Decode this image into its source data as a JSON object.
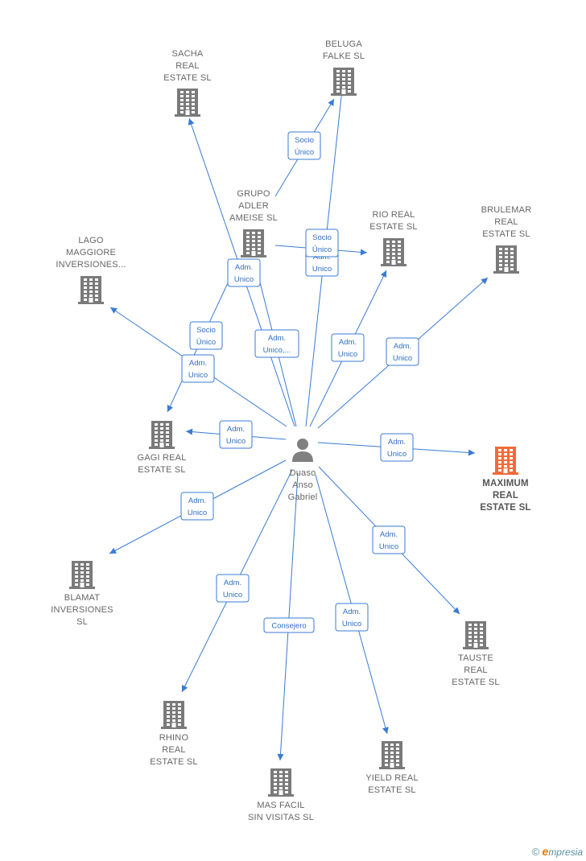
{
  "center": {
    "label_lines": [
      "Duaso",
      "Anso",
      "Gabriel"
    ]
  },
  "companies": [
    {
      "id": "sacha",
      "label_lines": [
        "SACHA",
        "REAL",
        "ESTATE  SL"
      ],
      "highlight": false
    },
    {
      "id": "beluga",
      "label_lines": [
        "BELUGA",
        "FALKE  SL"
      ],
      "highlight": false
    },
    {
      "id": "grupo-adler",
      "label_lines": [
        "GRUPO",
        "ADLER",
        "AMEISE SL"
      ],
      "highlight": false
    },
    {
      "id": "rio",
      "label_lines": [
        "RIO REAL",
        "ESTATE  SL"
      ],
      "highlight": false
    },
    {
      "id": "brulemar",
      "label_lines": [
        "BRULEMAR",
        "REAL",
        "ESTATE  SL"
      ],
      "highlight": false
    },
    {
      "id": "lago",
      "label_lines": [
        "LAGO",
        "MAGGIORE",
        "INVERSIONES..."
      ],
      "highlight": false
    },
    {
      "id": "gagi",
      "label_lines": [
        "GAGI REAL",
        "ESTATE  SL"
      ],
      "highlight": false
    },
    {
      "id": "maximum",
      "label_lines": [
        "MAXIMUM",
        "REAL",
        "ESTATE  SL"
      ],
      "highlight": true
    },
    {
      "id": "blamat",
      "label_lines": [
        "BLAMAT",
        "INVERSIONES",
        "SL"
      ],
      "highlight": false
    },
    {
      "id": "tauste",
      "label_lines": [
        "TAUSTE",
        "REAL",
        "ESTATE  SL"
      ],
      "highlight": false
    },
    {
      "id": "rhino",
      "label_lines": [
        "RHINO",
        "REAL",
        "ESTATE  SL"
      ],
      "highlight": false
    },
    {
      "id": "masfacil",
      "label_lines": [
        "MAS FACIL",
        "SIN VISITAS  SL"
      ],
      "highlight": false
    },
    {
      "id": "yield",
      "label_lines": [
        "YIELD REAL",
        "ESTATE  SL"
      ],
      "highlight": false
    }
  ],
  "relations": [
    {
      "from": "center",
      "to": "sacha",
      "label_lines": [
        "Adm.",
        "Unico"
      ]
    },
    {
      "from": "grupo-adler",
      "to": "beluga",
      "label_lines": [
        "Socio",
        "Único"
      ]
    },
    {
      "from": "center",
      "to": "beluga",
      "label_lines": [
        "Adm.",
        "Unico"
      ]
    },
    {
      "from": "grupo-adler",
      "to": "rio",
      "label_lines": [
        "Socio",
        "Único"
      ]
    },
    {
      "from": "center",
      "to": "rio",
      "label_lines": [
        "Adm.",
        "Unico"
      ]
    },
    {
      "from": "center",
      "to": "brulemar",
      "label_lines": [
        "Adm.",
        "Unico"
      ]
    },
    {
      "from": "center",
      "to": "grupo-adler",
      "label_lines": [
        "Adm.",
        "Unico,..."
      ]
    },
    {
      "from": "center",
      "to": "lago",
      "label_lines": [
        "Adm.",
        "Unico"
      ]
    },
    {
      "from": "grupo-adler",
      "to": "gagi",
      "label_lines": [
        "Socio",
        "Único"
      ]
    },
    {
      "from": "center",
      "to": "gagi",
      "label_lines": [
        "Adm.",
        "Unico"
      ]
    },
    {
      "from": "center",
      "to": "maximum",
      "label_lines": [
        "Adm.",
        "Unico"
      ]
    },
    {
      "from": "center",
      "to": "blamat",
      "label_lines": [
        "Adm.",
        "Unico"
      ]
    },
    {
      "from": "center",
      "to": "tauste",
      "label_lines": [
        "Adm.",
        "Unico"
      ]
    },
    {
      "from": "center",
      "to": "rhino",
      "label_lines": [
        "Adm.",
        "Unico"
      ]
    },
    {
      "from": "center",
      "to": "masfacil",
      "label_lines": [
        "Consejero"
      ]
    },
    {
      "from": "center",
      "to": "yield",
      "label_lines": [
        "Adm.",
        "Unico"
      ]
    }
  ],
  "branding": {
    "copyright_symbol": "©",
    "initial": "e",
    "name_rest": "mpresia"
  }
}
